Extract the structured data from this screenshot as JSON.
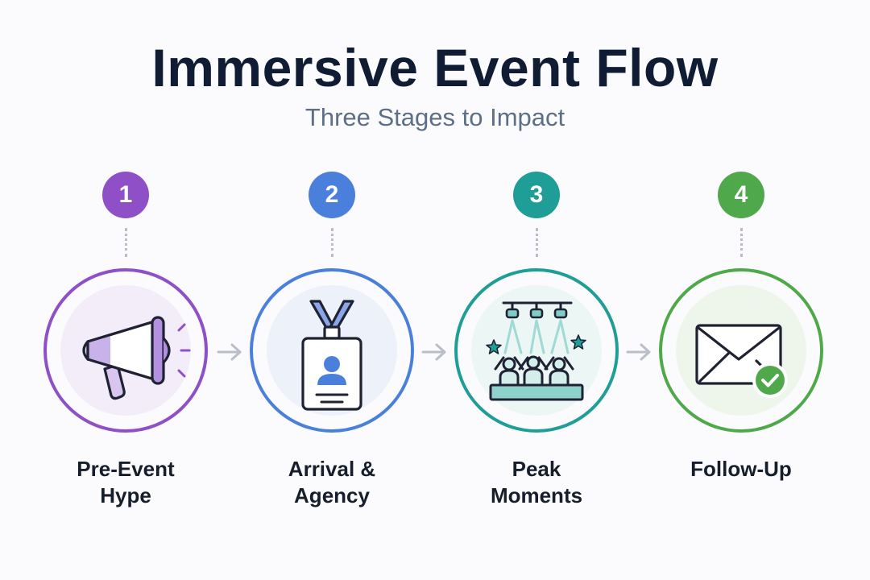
{
  "header": {
    "title": "Immersive Event Flow",
    "subtitle": "Three Stages to Impact"
  },
  "stages": [
    {
      "number": "1",
      "line1": "Pre-Event",
      "line2": "Hype",
      "icon": "megaphone-icon",
      "color": "#8e4fc7"
    },
    {
      "number": "2",
      "line1": "Arrival &",
      "line2": "Agency",
      "icon": "id-badge-icon",
      "color": "#4a7fdc"
    },
    {
      "number": "3",
      "line1": "Peak",
      "line2": "Moments",
      "icon": "crowd-spotlight-icon",
      "color": "#1f9e98"
    },
    {
      "number": "4",
      "line1": "Follow-Up",
      "line2": "",
      "icon": "envelope-check-icon",
      "color": "#4fa94a"
    }
  ]
}
